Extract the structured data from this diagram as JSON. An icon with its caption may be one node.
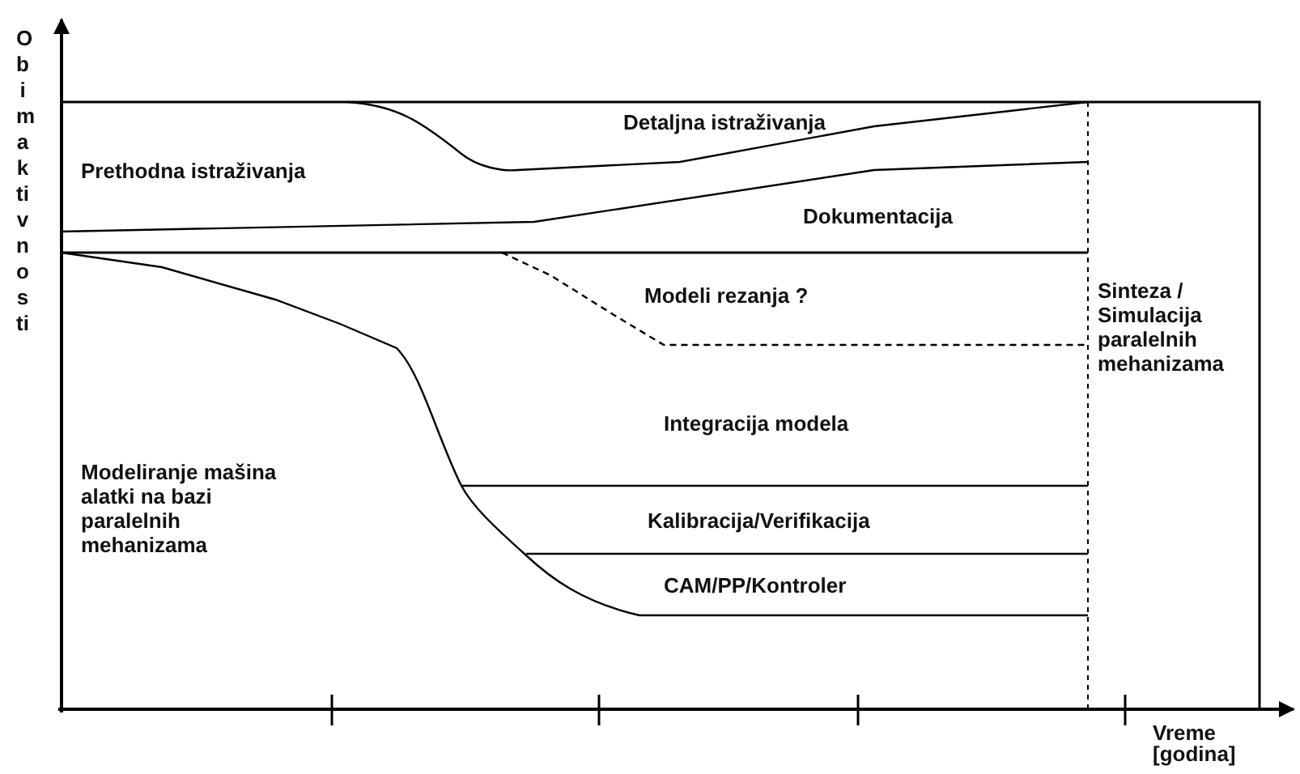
{
  "diagram": {
    "labels": [
      "Obim aktivnosti",
      "Detaljna istraživanja",
      "Prethodna istraživanja",
      "Dokumentacija",
      "Modeli rezanja ?",
      "Integracija modela",
      "Modeliranje mašina alatki na bazi paralelnih mehanizama",
      "Kalibracija/Verifikacija",
      "CAM/PP/Kontroler",
      "Sinteza / Simulacija paralelnih mehanizama",
      "Vreme [godina]"
    ]
  }
}
